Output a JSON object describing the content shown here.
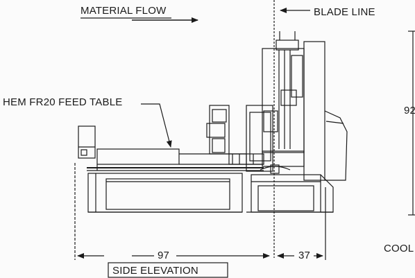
{
  "drawing": {
    "material_flow": "MATERIAL FLOW",
    "blade_line": "BLADE LINE",
    "feed_table": "HEM FR20 FEED TABLE",
    "height_dim": "92",
    "length_dim": "97",
    "depth_dim": "37",
    "coolant": "COOL",
    "view_title": "SIDE ELEVATION"
  },
  "colors": {
    "ink": "#1a1a1a",
    "paper": "#fbfbfb"
  }
}
